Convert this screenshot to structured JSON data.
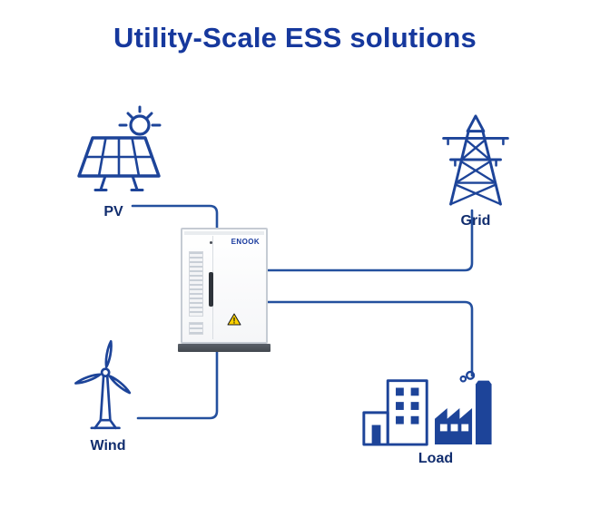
{
  "title": "Utility-Scale ESS solutions",
  "nodes": {
    "pv": {
      "label": "PV"
    },
    "grid": {
      "label": "Grid"
    },
    "wind": {
      "label": "Wind"
    },
    "load": {
      "label": "Load"
    }
  },
  "cabinet": {
    "brand": "ENOOK",
    "warning_symbol": "!"
  },
  "colors": {
    "title_blue": "#16389d",
    "icon_blue": "#1d4499",
    "line_blue": "#24509e",
    "label_navy": "#112d6e",
    "warning_yellow": "#ffd200",
    "cabinet_base_gray": "#43484f",
    "background": "#ffffff"
  }
}
